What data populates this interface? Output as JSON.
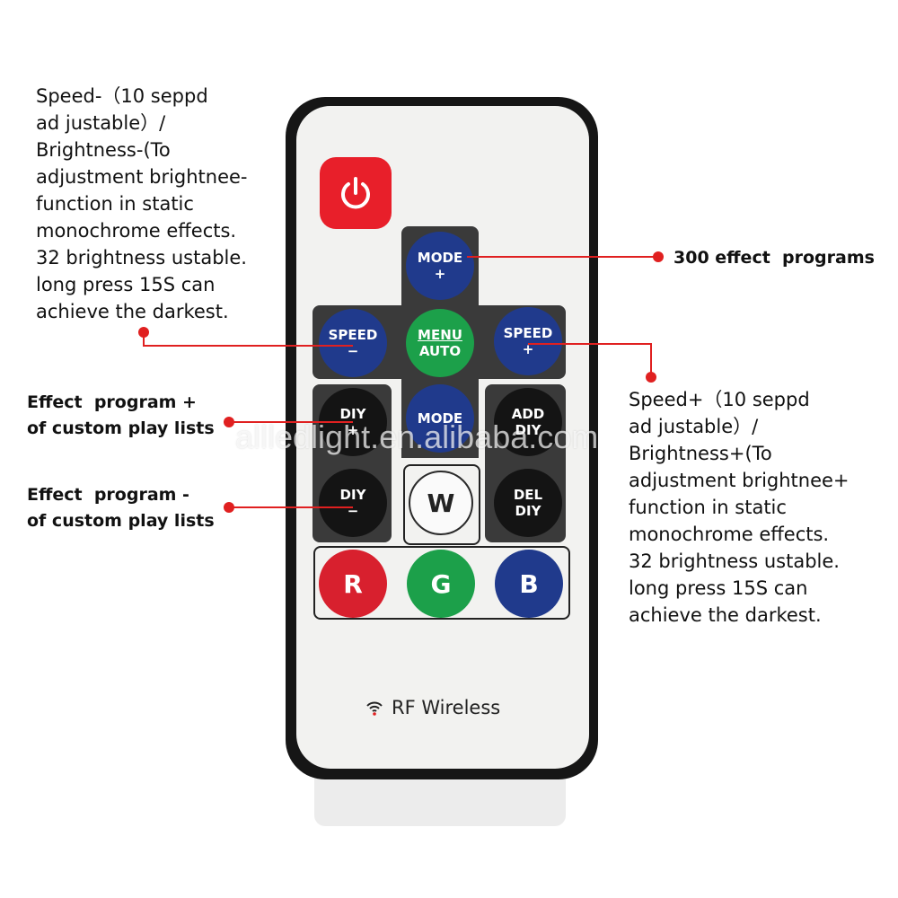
{
  "annotations": {
    "speed_minus": "Speed-（10 seppd\nad justable）/\nBrightness-(To\nadjustment brightnee-\nfunction in static\nmonochrome effects.\n32 brightness ustable.\nlong press 15S can\nachieve the darkest.",
    "effect_programs": "300 effect  programs",
    "speed_plus": "Speed+（10 seppd\nad justable）/\nBrightness+(To\nadjustment brightnee+\nfunction in static\nmonochrome effects.\n32 brightness ustable.\nlong press 15S can\nachieve the darkest.",
    "effect_plus": "Effect  program +\nof custom play lists",
    "effect_minus": "Effect  program -\nof custom play lists"
  },
  "buttons": {
    "mode_plus": [
      "MODE",
      "+"
    ],
    "speed_minus": [
      "SPEED",
      "−"
    ],
    "menu_auto": [
      "MENU",
      "AUTO"
    ],
    "speed_plus": [
      "SPEED",
      "+"
    ],
    "diy_plus": [
      "DIY",
      "+"
    ],
    "mode": [
      "MODE"
    ],
    "add_diy": [
      "ADD",
      "DIY"
    ],
    "diy_minus": [
      "DIY",
      "−"
    ],
    "w": "W",
    "del_diy": [
      "DEL",
      "DIY"
    ],
    "r": "R",
    "g": "G",
    "b": "B"
  },
  "footer": {
    "rf_label": "RF Wireless"
  },
  "watermark": "allledlight.en.alibaba.com",
  "colors": {
    "red": "#d8202e",
    "green": "#1ca04a",
    "blue": "#203a8c",
    "black": "#141414",
    "leader": "#e02020"
  }
}
